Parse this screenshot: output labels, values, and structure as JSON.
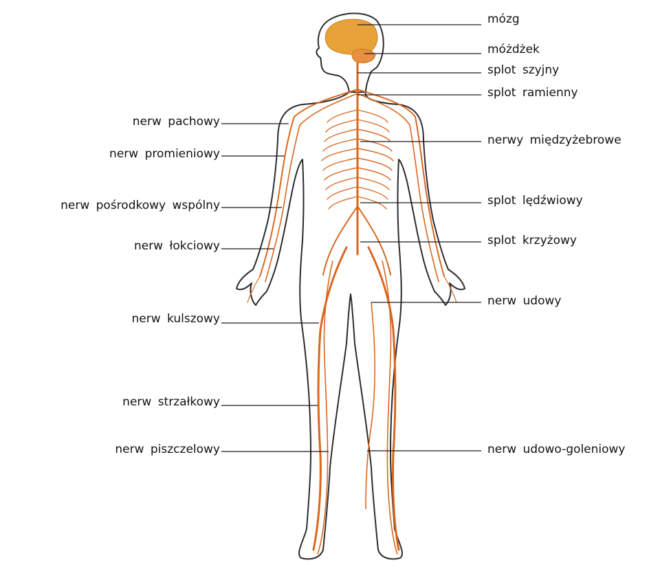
{
  "labels_right": [
    {
      "id": "mozg",
      "text": "mózg"
    },
    {
      "id": "mozdzek",
      "text": "móżdżek"
    },
    {
      "id": "splot-szyjny",
      "text": "splot szyjny"
    },
    {
      "id": "splot-ramienny",
      "text": "splot ramienny"
    },
    {
      "id": "nerwy-miedzyzebrowe",
      "text": "nerwy międzyżebrowe"
    },
    {
      "id": "splot-ledzwiowy",
      "text": "splot lędźwiowy"
    },
    {
      "id": "splot-krzyzowy",
      "text": "splot krzyżowy"
    },
    {
      "id": "nerw-udowy",
      "text": "nerw udowy"
    },
    {
      "id": "nerw-udowo-goleniowy",
      "text": "nerw udowo-goleniowy"
    }
  ],
  "labels_left": [
    {
      "id": "nerw-pachowy",
      "text": "nerw pachowy"
    },
    {
      "id": "nerw-promieniowy",
      "text": "nerw promieniowy"
    },
    {
      "id": "nerw-posrodkowy-wspolny",
      "text": "nerw pośrodkowy wspólny"
    },
    {
      "id": "nerw-lokciowy",
      "text": "nerw łokciowy"
    },
    {
      "id": "nerw-kulszowy",
      "text": "nerw kulszowy"
    },
    {
      "id": "nerw-strzalkowy",
      "text": "nerw strzałkowy"
    },
    {
      "id": "nerw-piszczelowy",
      "text": "nerw piszczelowy"
    }
  ],
  "colors": {
    "nerve": "#d9661f",
    "brain": "#e8a23a",
    "outline": "#2b2b2b",
    "leader": "#1a1a1a",
    "skin": "#ffffff"
  }
}
